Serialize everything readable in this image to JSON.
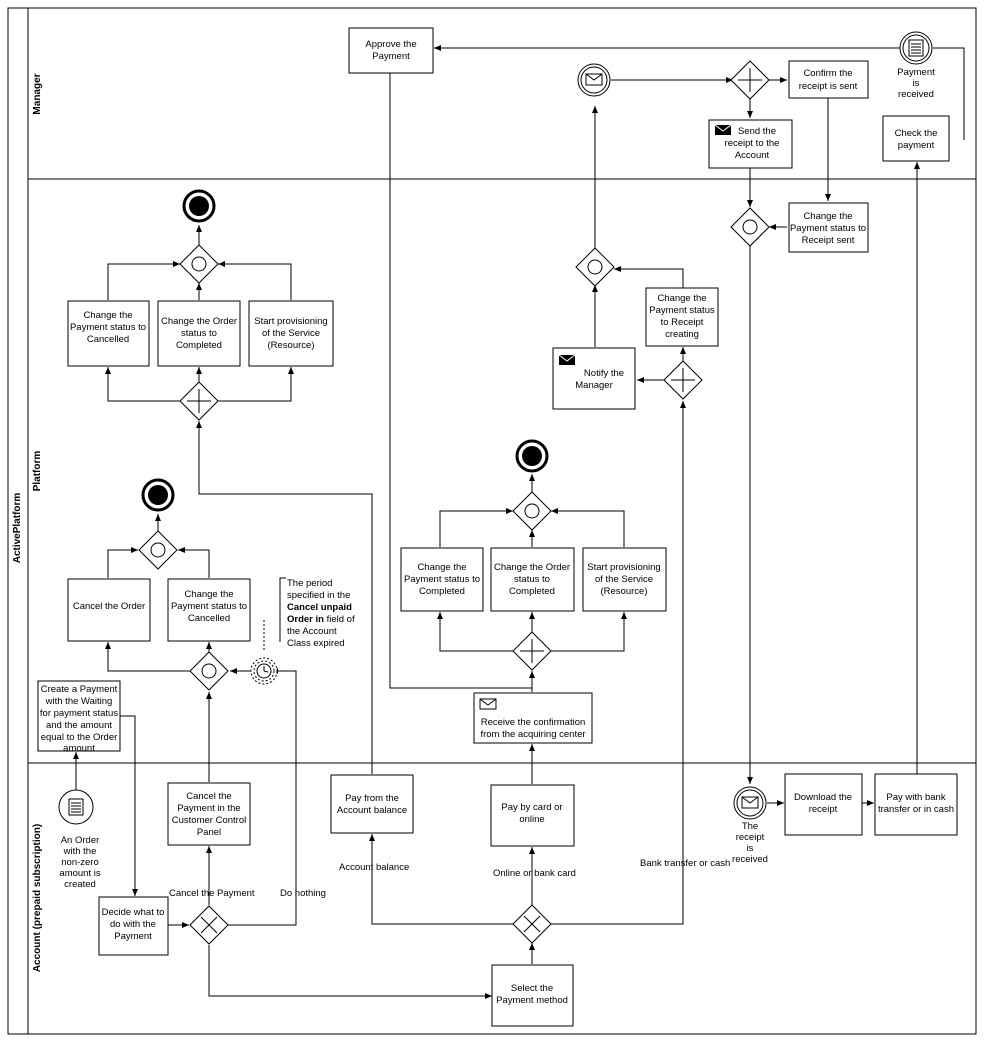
{
  "pool": "ActivePlatform",
  "lanes": {
    "manager": "Manager",
    "platform": "Platform",
    "account": "Account (prepaid subscription)"
  },
  "tasks": {
    "approve": [
      "Approve the",
      "Payment"
    ],
    "confirm_sent": [
      "Confirm the",
      "receipt is sent"
    ],
    "send_receipt": [
      "Send the",
      "receipt to the",
      "Account"
    ],
    "check_payment": [
      "Check the",
      "payment"
    ],
    "change_receipt_sent": [
      "Change the",
      "Payment status to",
      "Receipt sent"
    ],
    "change_receipt_creating": [
      "Change the",
      "Payment status",
      "to Receipt",
      "creating"
    ],
    "notify_manager": [
      "Notify the",
      "Manager"
    ],
    "top_cancelled": [
      "Change the",
      "Payment status to",
      "Cancelled"
    ],
    "top_order_completed": [
      "Change the Order",
      "status to",
      "Completed"
    ],
    "top_provisioning": [
      "Start provisioning",
      "of the Service",
      "(Resource)"
    ],
    "cancel_order": [
      "Cancel the Order"
    ],
    "mid_cancelled": [
      "Change the",
      "Payment status to",
      "Cancelled"
    ],
    "mid_payment_completed": [
      "Change the",
      "Payment status to",
      "Completed"
    ],
    "mid_order_completed": [
      "Change the Order",
      "status to",
      "Completed"
    ],
    "mid_provisioning": [
      "Start provisioning",
      "of the Service",
      "(Resource)"
    ],
    "create_payment": [
      "Create a Payment",
      "with the Waiting",
      "for payment status",
      "and the amount",
      "equal to the Order",
      "amount"
    ],
    "receive_confirmation": [
      "Receive the confirmation",
      "from the acquiring center"
    ],
    "cancel_payment_panel": [
      "Cancel the",
      "Payment in the",
      "Customer Control",
      "Panel"
    ],
    "pay_balance": [
      "Pay from the",
      "Account balance"
    ],
    "pay_card": [
      "Pay by card or",
      "online"
    ],
    "download_receipt": [
      "Download the",
      "receipt"
    ],
    "pay_bank": [
      "Pay with bank",
      "transfer or in cash"
    ],
    "decide": [
      "Decide what to",
      "do with the",
      "Payment"
    ],
    "select_method": [
      "Select the",
      "Payment method"
    ]
  },
  "events": {
    "payment_received": [
      "Payment",
      "is",
      "received"
    ],
    "order_created": [
      "An Order",
      "with the",
      "non-zero",
      "amount is",
      "created"
    ],
    "receipt_received": [
      "The",
      "receipt",
      "is",
      "received"
    ]
  },
  "annotation": {
    "line1": "The period",
    "line2": "specified in the",
    "bold1": "Cancel unpaid",
    "bold2": "Order in",
    "line3_rest": " field of",
    "line4": "the Account",
    "line5": "Class expired"
  },
  "flow_labels": {
    "cancel_payment": "Cancel the Payment",
    "do_nothing": "Do nothing",
    "account_balance": "Account balance",
    "online_card": "Online or bank card",
    "bank_cash": "Bank transfer or cash"
  }
}
